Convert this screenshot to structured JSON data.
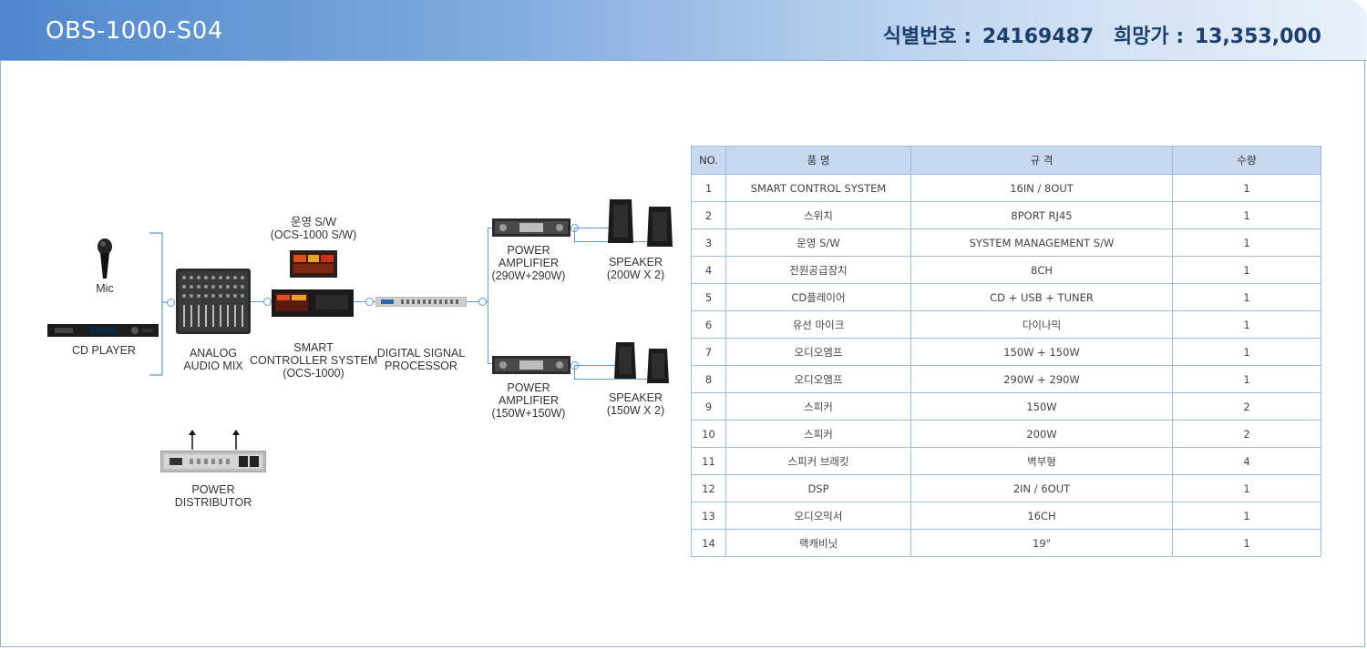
{
  "header": {
    "model": "OBS-1000-S04",
    "id_label": "식별번호 :",
    "id_value": "24169487",
    "price_label": "희망가 :",
    "price_value": "13,353,000"
  },
  "diagram": {
    "mic": "Mic",
    "cd_player": "CD PLAYER",
    "mixer": [
      "ANALOG",
      "AUDIO MIX"
    ],
    "sw": [
      "운영 S/W",
      "(OCS-1000 S/W)"
    ],
    "controller": [
      "SMART",
      "CONTROLLER SYSTEM",
      "(OCS-1000)"
    ],
    "dsp": [
      "DIGITAL SIGNAL",
      "PROCESSOR"
    ],
    "amp1": [
      "POWER",
      "AMPLIFIER",
      "(290W+290W)"
    ],
    "spk1": [
      "SPEAKER",
      "(200W X 2)"
    ],
    "amp2": [
      "POWER",
      "AMPLIFIER",
      "(150W+150W)"
    ],
    "spk2": [
      "SPEAKER",
      "(150W X 2)"
    ],
    "power_dist": [
      "POWER",
      "DISTRIBUTOR"
    ]
  },
  "table": {
    "headers": [
      "NO.",
      "품 명",
      "규 격",
      "수량"
    ],
    "rows": [
      [
        "1",
        "SMART CONTROL SYSTEM",
        "16IN / 8OUT",
        "1"
      ],
      [
        "2",
        "스위치",
        "8PORT RJ45",
        "1"
      ],
      [
        "3",
        "운영 S/W",
        "SYSTEM MANAGEMENT S/W",
        "1"
      ],
      [
        "4",
        "전원공급장치",
        "8CH",
        "1"
      ],
      [
        "5",
        "CD플레이어",
        "CD + USB + TUNER",
        "1"
      ],
      [
        "6",
        "유선 마이크",
        "다이나믹",
        "1"
      ],
      [
        "7",
        "오디오앰프",
        "150W + 150W",
        "1"
      ],
      [
        "8",
        "오디오앰프",
        "290W + 290W",
        "1"
      ],
      [
        "9",
        "스피커",
        "150W",
        "2"
      ],
      [
        "10",
        "스피커",
        "200W",
        "2"
      ],
      [
        "11",
        "스피커 브래킷",
        "벽부형",
        "4"
      ],
      [
        "12",
        "DSP",
        "2IN / 6OUT",
        "1"
      ],
      [
        "13",
        "오디오믹서",
        "16CH",
        "1"
      ],
      [
        "14",
        "랙캐비닛",
        "19\"",
        "1"
      ]
    ]
  }
}
